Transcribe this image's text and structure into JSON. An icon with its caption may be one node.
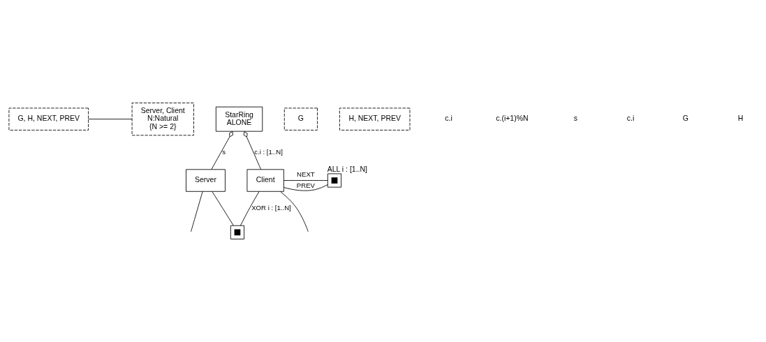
{
  "diagram": {
    "nodes": [
      {
        "text": [
          "G, H, NEXT, PREV"
        ]
      },
      {
        "text": [
          "Server, Client",
          "N:Natural",
          "{N >= 2}"
        ]
      },
      {
        "text": [
          "StarRing",
          "ALONE"
        ]
      },
      {
        "text": [
          "G"
        ]
      },
      {
        "text": [
          "Server"
        ]
      },
      {
        "text": [
          "H, NEXT, PREV"
        ]
      },
      {
        "text": [
          "Client"
        ]
      },
      {
        "text": [],
        "shape": "box"
      },
      {
        "text": [],
        "shape": "box",
        "beside": [
          "ALL i : [1..N]"
        ]
      }
    ],
    "edges": [
      {
        "from": 0,
        "to": 1,
        "arrow": "none"
      },
      {
        "from": 2,
        "to": 4,
        "arrow": "other",
        "label": "s"
      },
      {
        "from": 2,
        "to": 6,
        "arrow": "other",
        "label": "c.i : [1..N]"
      },
      {
        "from": 6,
        "to": 8,
        "arrow": "none",
        "label": "NEXT"
      },
      {
        "from": 8,
        "to": 6,
        "arrow": "none",
        "label": "PREV"
      },
      {
        "from": 4,
        "to": 7,
        "arrow": "none"
      },
      {
        "from": 7,
        "to": 6,
        "arrow": "none",
        "label": "XOR i : [1..N]"
      },
      {
        "from": 4,
        "to": null,
        "arrow": "none"
      },
      {
        "from": 6,
        "to": null,
        "arrow": "none"
      }
    ],
    "labels": [
      "c.i",
      "c.(i+1)%N",
      "s",
      "c.i",
      "G",
      "H"
    ]
  }
}
